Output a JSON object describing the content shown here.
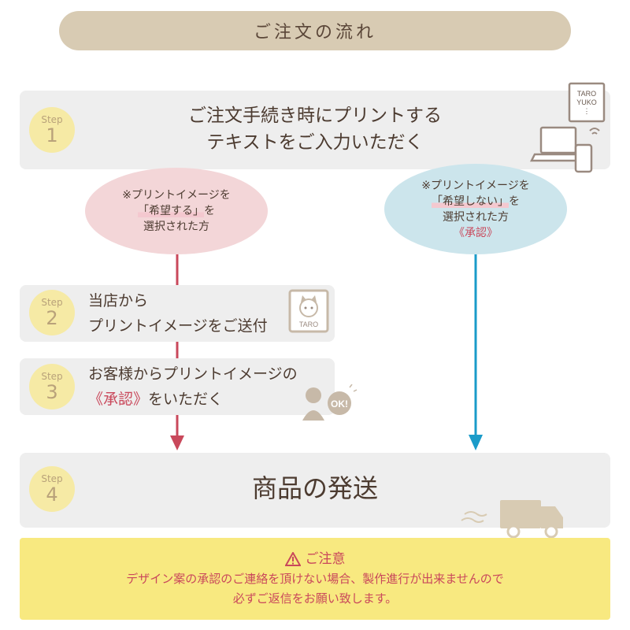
{
  "header": {
    "title": "ご注文の流れ"
  },
  "steps": [
    {
      "word": "Step",
      "num": "1",
      "line1": "ご注文手続き時にプリントする",
      "line2": "テキストをご入力いただく"
    },
    {
      "word": "Step",
      "num": "2",
      "line1": "当店から",
      "line2": "プリントイメージをご送付"
    },
    {
      "word": "Step",
      "num": "3",
      "line1": "お客様からプリントイメージの",
      "line2_red": "《承認》",
      "line2_rest": "をいただく"
    },
    {
      "word": "Step",
      "num": "4",
      "line1": "商品の発送"
    }
  ],
  "branches": {
    "left": {
      "line1": "※プリントイメージを",
      "line2_hl": "「希望する」",
      "line2_rest": "を",
      "line3": "選択された方"
    },
    "right": {
      "line1": "※プリントイメージを",
      "line2_hl": "「希望しない」",
      "line2_rest": "を",
      "line3": "選択された方",
      "line4": "《承認》"
    }
  },
  "icons": {
    "tablet_text": [
      "TARO",
      "YUKO",
      "⋮"
    ],
    "sample_text": "TARO",
    "ok_bubble": "OK!"
  },
  "notice": {
    "title": "ご注意",
    "line1": "デザイン案の承認のご連絡を頂けない場合、製作進行が出来ませんので",
    "line2": "必ずご返信をお願い致します。"
  },
  "colors": {
    "header_bg": "#d8cbb3",
    "box_bg": "#eeeeee",
    "step_circle": "#f6eaa5",
    "left_branch": "#f3d6d8",
    "right_branch": "#cce5ec",
    "red_arrow": "#c9485b",
    "blue_arrow": "#1a9bc9",
    "notice_bg": "#f8e980"
  }
}
